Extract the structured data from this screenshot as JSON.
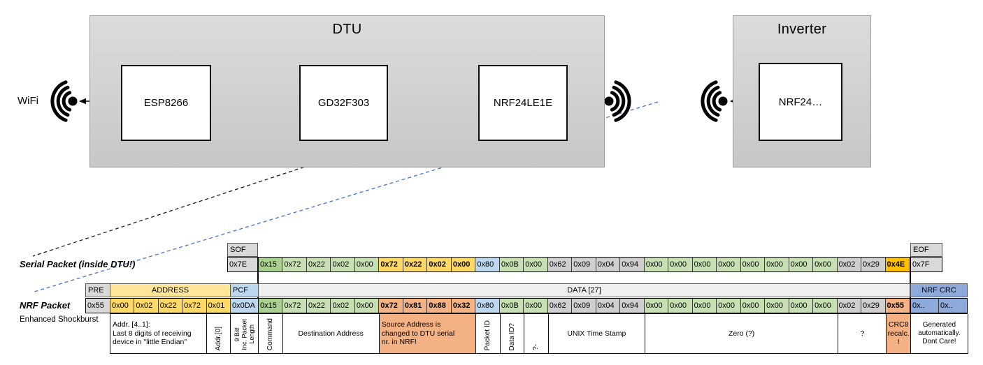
{
  "palette": {
    "gray": "#D9D9D9",
    "gray_data": "#D0CECE",
    "gray_light": "#EFEFEF",
    "green_dark": "#A9D08E",
    "green_light": "#C6E0B4",
    "yellow_header": "#FFE699",
    "yellow_byte": "#FFD966",
    "gold": "#FFC000",
    "blue_light": "#BDD7EE",
    "blue_medium": "#8EAADB",
    "salmon": "#F4B183",
    "arrow_orange": "#ED7D31",
    "arrow_green": "#70AD47",
    "dashed_blue": "#4472C4"
  },
  "diagram": {
    "wifi_label": "WiFi",
    "dtu": {
      "title": "DTU",
      "nodes": [
        "ESP8266",
        "GD32F303",
        "NRF24LE1E"
      ]
    },
    "inverter": {
      "title": "Inverter",
      "node": "NRF24…"
    },
    "icons": [
      "wifi-icon-left",
      "wifi-icon-dtu-right",
      "wifi-icon-inverter"
    ]
  },
  "serial_packet": {
    "label": "Serial Packet (inside DTU!)",
    "sof_header": "SOF",
    "sof_byte": "0x7E",
    "eof_header": "EOF",
    "eof_byte": "0x7F",
    "bytes": [
      {
        "t": "0x15",
        "c": "green2"
      },
      {
        "t": "0x72",
        "c": "green"
      },
      {
        "t": "0x22",
        "c": "green"
      },
      {
        "t": "0x02",
        "c": "green"
      },
      {
        "t": "0x00",
        "c": "green"
      },
      {
        "t": "0x72",
        "c": "yellow",
        "b": 1
      },
      {
        "t": "0x22",
        "c": "yellow",
        "b": 1
      },
      {
        "t": "0x02",
        "c": "yellow",
        "b": 1
      },
      {
        "t": "0x00",
        "c": "yellow",
        "b": 1
      },
      {
        "t": "0x80",
        "c": "blue"
      },
      {
        "t": "0x0B",
        "c": "green"
      },
      {
        "t": "0x00",
        "c": "green"
      },
      {
        "t": "0x62",
        "c": "gray2"
      },
      {
        "t": "0x09",
        "c": "gray2"
      },
      {
        "t": "0x04",
        "c": "gray2"
      },
      {
        "t": "0x94",
        "c": "gray2"
      },
      {
        "t": "0x00",
        "c": "green"
      },
      {
        "t": "0x00",
        "c": "green"
      },
      {
        "t": "0x00",
        "c": "green"
      },
      {
        "t": "0x00",
        "c": "green"
      },
      {
        "t": "0x00",
        "c": "green"
      },
      {
        "t": "0x00",
        "c": "green"
      },
      {
        "t": "0x00",
        "c": "green"
      },
      {
        "t": "0x00",
        "c": "green"
      },
      {
        "t": "0x02",
        "c": "gray2"
      },
      {
        "t": "0x29",
        "c": "gray2"
      },
      {
        "t": "0x4E",
        "c": "gold",
        "b": 1
      }
    ]
  },
  "nrf_packet": {
    "label": "NRF Packet",
    "sublabel": "Enhanced Shockburst",
    "headers": {
      "pre": "PRE",
      "address": "ADDRESS",
      "pcf": "PCF",
      "data": "DATA [27]",
      "crc": "NRF CRC"
    },
    "pre_bytes": [
      {
        "t": "0x55",
        "c": "gray"
      },
      {
        "t": "0x00",
        "c": "yellow"
      },
      {
        "t": "0x02",
        "c": "yellow"
      },
      {
        "t": "0x22",
        "c": "yellow"
      },
      {
        "t": "0x72",
        "c": "yellow"
      },
      {
        "t": "0x01",
        "c": "yellow"
      },
      {
        "t": "0x0DA",
        "c": "blue"
      }
    ],
    "data_bytes": [
      {
        "t": "0x15",
        "c": "green2"
      },
      {
        "t": "0x72",
        "c": "green"
      },
      {
        "t": "0x22",
        "c": "green"
      },
      {
        "t": "0x02",
        "c": "green"
      },
      {
        "t": "0x00",
        "c": "green"
      },
      {
        "t": "0x72",
        "c": "salmon",
        "b": 1
      },
      {
        "t": "0x81",
        "c": "salmon",
        "b": 1
      },
      {
        "t": "0x88",
        "c": "salmon",
        "b": 1
      },
      {
        "t": "0x32",
        "c": "salmon",
        "b": 1
      },
      {
        "t": "0x80",
        "c": "blue"
      },
      {
        "t": "0x0B",
        "c": "green"
      },
      {
        "t": "0x00",
        "c": "green"
      },
      {
        "t": "0x62",
        "c": "gray2"
      },
      {
        "t": "0x09",
        "c": "gray2"
      },
      {
        "t": "0x04",
        "c": "gray2"
      },
      {
        "t": "0x94",
        "c": "gray2"
      },
      {
        "t": "0x00",
        "c": "green"
      },
      {
        "t": "0x00",
        "c": "green"
      },
      {
        "t": "0x00",
        "c": "green"
      },
      {
        "t": "0x00",
        "c": "green"
      },
      {
        "t": "0x00",
        "c": "green"
      },
      {
        "t": "0x00",
        "c": "green"
      },
      {
        "t": "0x00",
        "c": "green"
      },
      {
        "t": "0x00",
        "c": "green"
      },
      {
        "t": "0x02",
        "c": "gray2"
      },
      {
        "t": "0x29",
        "c": "gray2"
      },
      {
        "t": "0x55",
        "c": "salmon",
        "b": 1
      }
    ],
    "crc_bytes": [
      {
        "t": "0x..",
        "c": "blue2"
      },
      {
        "t": "0x..",
        "c": "blue2"
      }
    ],
    "annotations": [
      {
        "t": "Addr. [4..1]:\nLast 8 digits of receiving\ndevice in \"little Endian\"",
        "style": "left"
      },
      {
        "t": "Addr.[0]",
        "style": "vert"
      },
      {
        "t": "9 Bit!\nInc. Packet\nLength",
        "style": "vert-small"
      },
      {
        "t": "Command",
        "style": "vert"
      },
      {
        "t": "Destination Address",
        "style": "center"
      },
      {
        "t": "Source Address is\nchanged to DTU serial\nnr. in NRF!",
        "style": "left salmon"
      },
      {
        "t": "Packet ID",
        "style": "vert"
      },
      {
        "t": "Data ID?",
        "style": "vert"
      },
      {
        "t": "?-",
        "style": "vert"
      },
      {
        "t": "UNIX Time Stamp",
        "style": "center"
      },
      {
        "t": "Zero (?)",
        "style": "center"
      },
      {
        "t": "?",
        "style": "center"
      },
      {
        "t": "CRC8\nrecalc.\n!",
        "style": "center salmon"
      },
      {
        "t": "Generated\nautomatically.\nDont Care!",
        "style": "center small"
      }
    ]
  }
}
